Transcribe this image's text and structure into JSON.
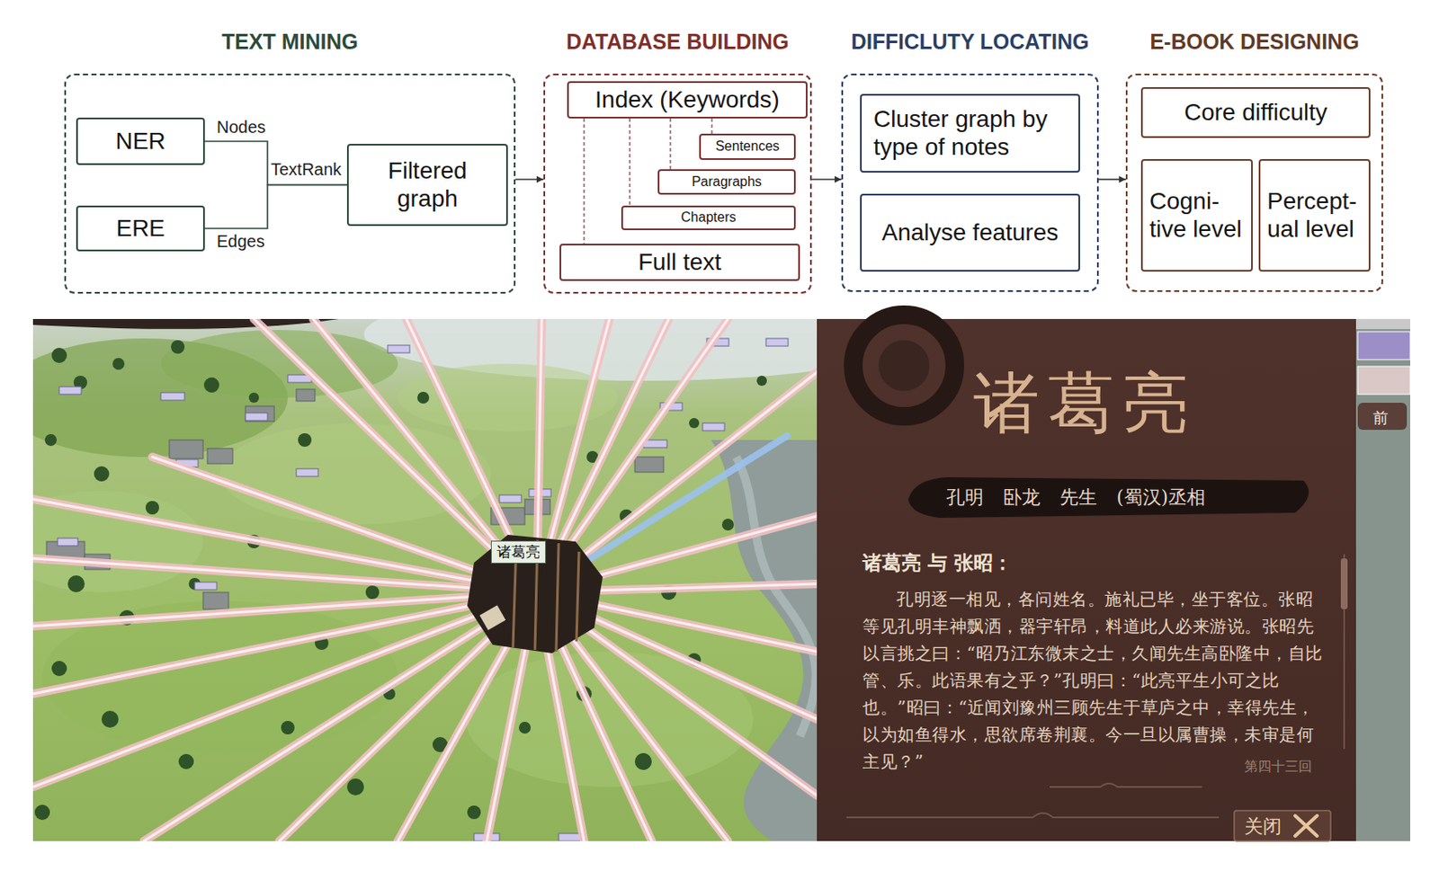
{
  "diagram": {
    "nodes": [
      {
        "text": [
          "TEXT MINING"
        ]
      },
      {
        "text": [
          "NER"
        ],
        "in": 0
      },
      {
        "text": [
          "ERE"
        ],
        "in": 0
      },
      {
        "text": [
          "Filtered graph"
        ],
        "in": 0
      },
      {
        "text": [
          "DATABASE BUILDING"
        ]
      },
      {
        "text": [
          "Index (Keywords)"
        ],
        "in": 4
      },
      {
        "text": [
          "Sentences"
        ],
        "in": 4
      },
      {
        "text": [
          "Paragraphs"
        ],
        "in": 4
      },
      {
        "text": [
          "Chapters"
        ],
        "in": 4
      },
      {
        "text": [
          "Full text"
        ],
        "in": 4
      },
      {
        "text": [
          "DIFFICLUTY LOCATING"
        ]
      },
      {
        "text": [
          "Cluster graph by type of notes"
        ],
        "in": 10
      },
      {
        "text": [
          "Analyse features"
        ],
        "in": 10
      },
      {
        "text": [
          "E-BOOK DESIGNING"
        ]
      },
      {
        "text": [
          "Core difficulty"
        ],
        "in": 13
      },
      {
        "text": [
          "Cogni- tive level"
        ],
        "in": 13
      },
      {
        "text": [
          "Percept- ual level"
        ],
        "in": 13
      }
    ],
    "edges": [
      {
        "from": 1,
        "to": 3,
        "arrow": "none",
        "label": "Nodes"
      },
      {
        "from": 2,
        "to": 3,
        "arrow": "none",
        "label": "Edges"
      },
      {
        "from": 0,
        "to": 4,
        "arrow": "to"
      },
      {
        "from": 4,
        "to": 10,
        "arrow": "to"
      },
      {
        "from": 10,
        "to": 13,
        "arrow": "to"
      },
      {
        "from": 5,
        "to": 9,
        "arrow": "none"
      },
      {
        "from": 5,
        "to": 8,
        "arrow": "none"
      },
      {
        "from": 5,
        "to": 7,
        "arrow": "none"
      },
      {
        "from": 5,
        "to": 6,
        "arrow": "none"
      }
    ],
    "labels": [
      "TextRank",
      "诸葛亮",
      "诸葛亮",
      "孔明 卧龙 先生 (蜀汉)丞相",
      "诸葛亮 与 张昭：",
      "孔明逐一相见，各问姓名。施礼已毕，坐于客位。张昭等见孔明丰神飘洒，器宇轩昂，料道此人必来游说。张昭先以言挑之曰：“昭乃江东微末之士，久闻先生高卧隆中，自比管、乐。此语果有之乎？”孔明曰：“此亮平生小可之比也。”昭曰：“近闻刘豫州三顾先生于草庐之中，幸得先生，以为如鱼得水，思欲席卷荆襄。今一旦以属曹操，未审是何主见？”",
      "第四十三回",
      "关闭",
      "前"
    ]
  }
}
